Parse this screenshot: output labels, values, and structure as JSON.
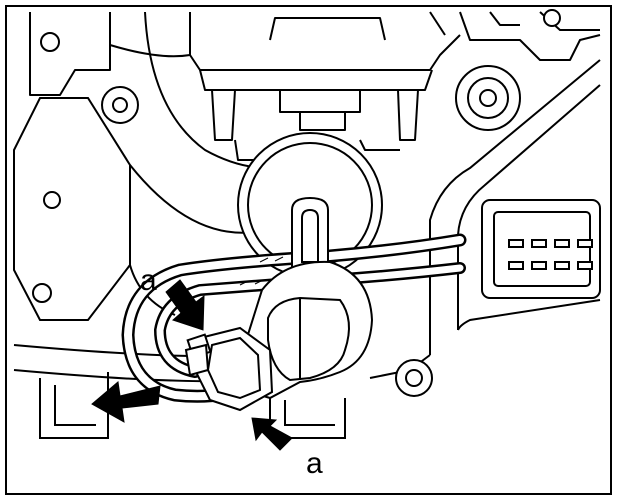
{
  "figure": {
    "callouts": [
      {
        "id": "upper",
        "text": "a"
      },
      {
        "id": "lower",
        "text": "a"
      }
    ],
    "colors": {
      "line": "#000000",
      "background": "#ffffff",
      "harness_fill": "#ffffff",
      "arrow_fill": "#000000"
    }
  }
}
